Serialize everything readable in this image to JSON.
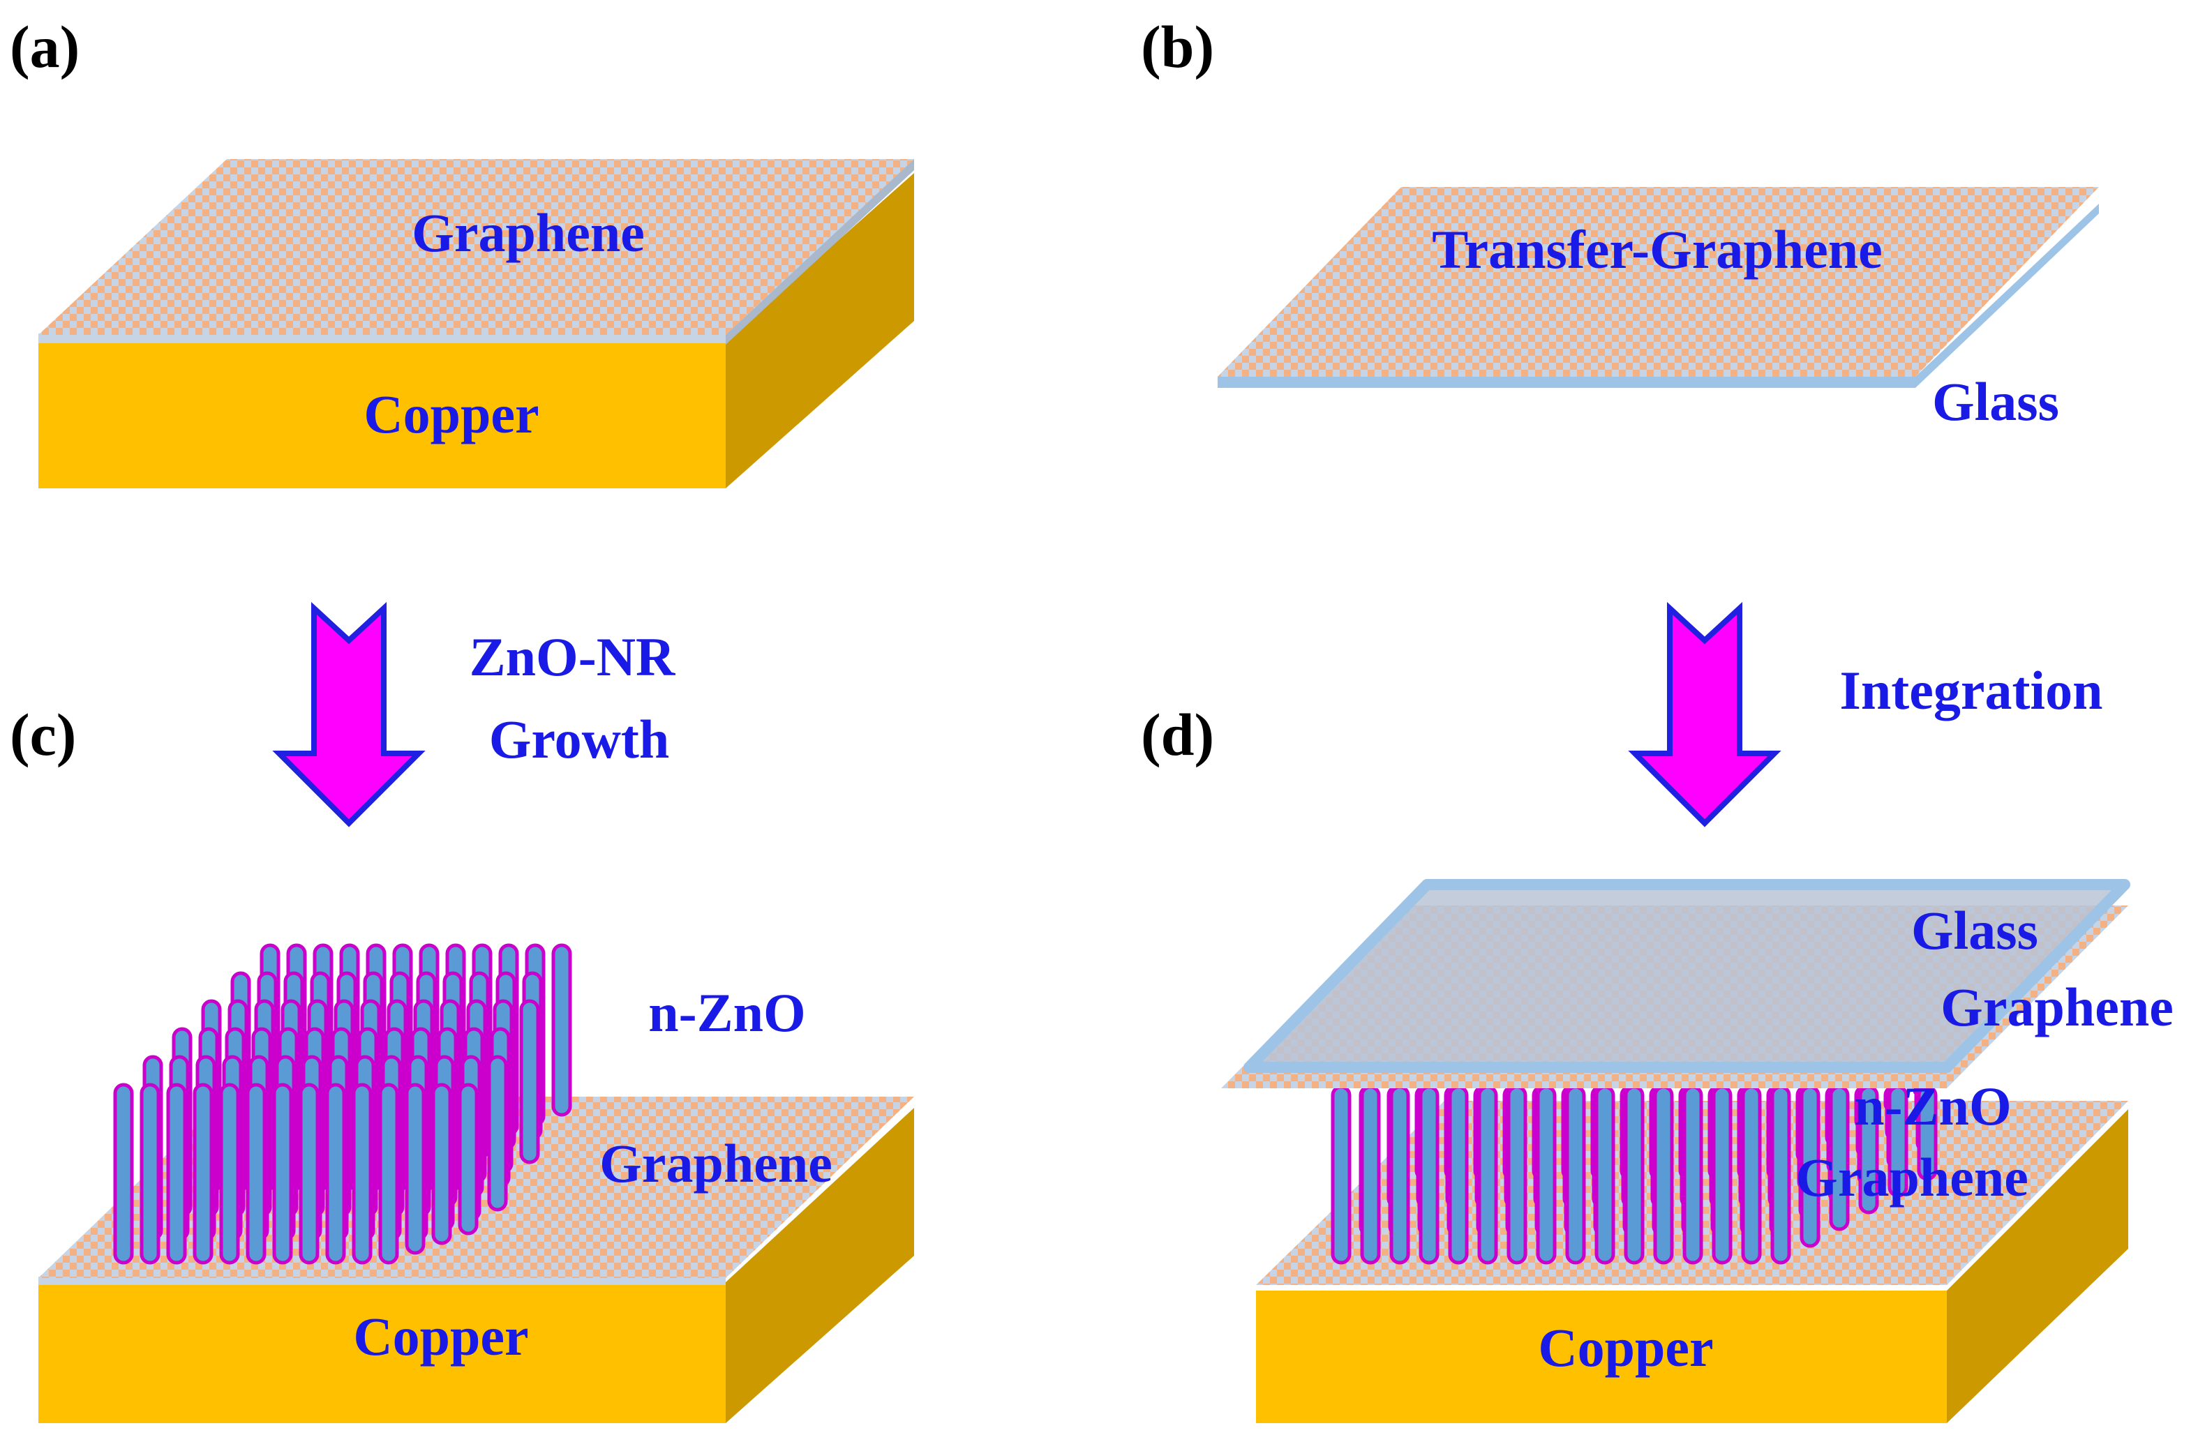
{
  "panels": {
    "a": {
      "label": "(a)",
      "graphene": "Graphene",
      "copper": "Copper"
    },
    "b": {
      "label": "(b)",
      "graphene": "Transfer-Graphene",
      "glass": "Glass"
    },
    "c": {
      "label": "(c)",
      "nzno": "n-ZnO",
      "graphene": "Graphene",
      "copper": "Copper"
    },
    "d": {
      "label": "(d)",
      "glass": "Glass",
      "graphene_top": "Graphene",
      "nzno": "n-ZnO",
      "graphene_bottom": "Graphene",
      "copper": "Copper"
    }
  },
  "arrows": {
    "growth": {
      "line1": "ZnO-NR",
      "line2": "Growth"
    },
    "integration": {
      "label": "Integration"
    }
  },
  "colors": {
    "copper_front": "#ffc000",
    "copper_side": "#cc9a00",
    "graphene_base": "#f4b183",
    "graphene_dot": "#c6d4e6",
    "glass": "#9dc3e6",
    "glass_fill": "#b8c4d6",
    "nanorod_fill": "#5b9bd5",
    "nanorod_edge": "#cc00cc",
    "arrow_fill": "#ff00ff",
    "arrow_edge": "#2020e0",
    "label_text": "#1a1ae6"
  }
}
